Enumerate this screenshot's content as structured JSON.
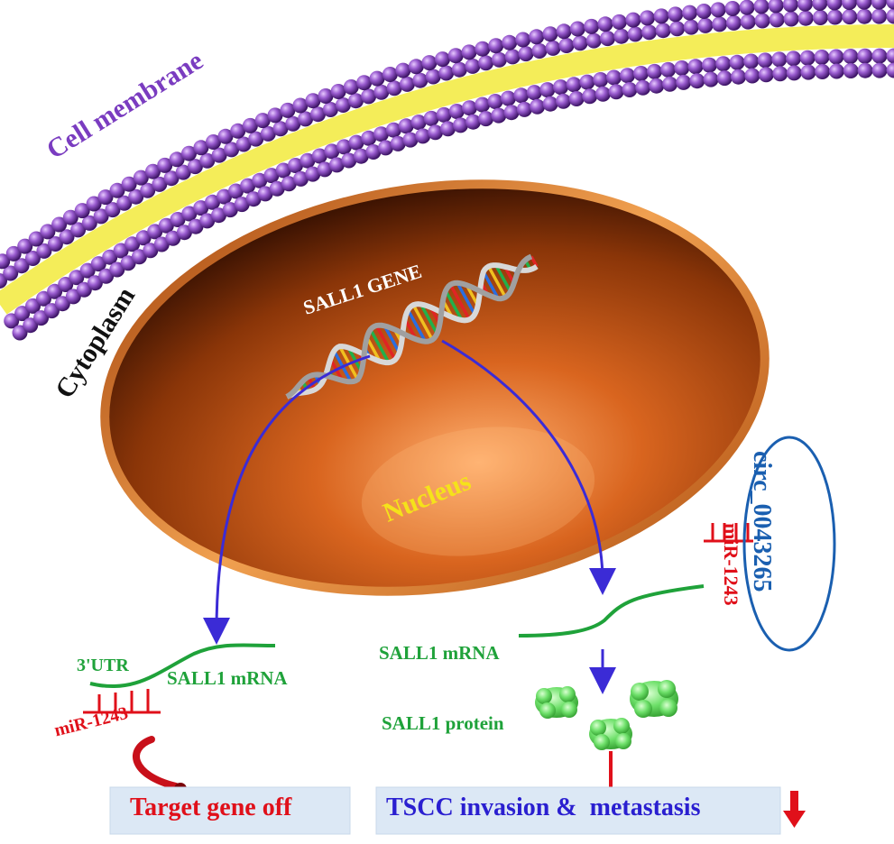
{
  "labels": {
    "cell_membrane": "Cell membrane",
    "cytoplasm": "Cytoplasm",
    "nucleus": "Nucleus",
    "gene": "SALL1 GENE",
    "utr": "3'UTR",
    "mrna_left": "SALL1 mRNA",
    "mir_left": "miR-1243",
    "target_off": "Target gene off",
    "mrna_right": "SALL1 mRNA",
    "protein": "SALL1 protein",
    "circ": "circ_0043265",
    "mir_right": "miR-1243",
    "outcome": "TSCC invasion &  metastasis"
  },
  "colors": {
    "membrane_bead": "#8a4fbf",
    "membrane_tail": "#f2ea3c",
    "nucleus": "#c8561a",
    "nucleus_rim": "#e88a3a",
    "arrow_blue": "#3b2bd6",
    "mrna_green": "#1fa23a",
    "mir_red": "#e0101a",
    "circ_blue": "#1a5fb0",
    "protein_green": "#6fe26f",
    "label_purple": "#7a3cc0",
    "label_yellow": "#f5e21a",
    "outcome_blue": "#2a1fd0",
    "box_fill": "#dce8f5"
  }
}
